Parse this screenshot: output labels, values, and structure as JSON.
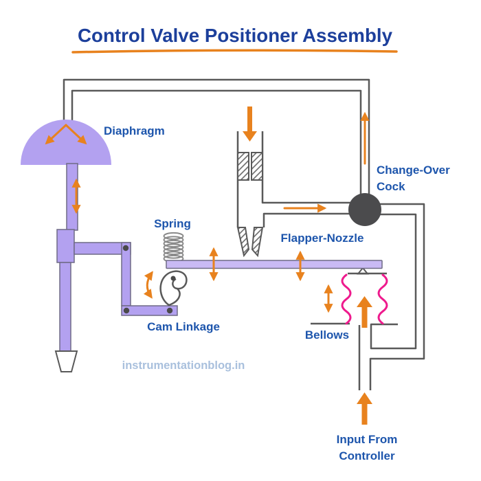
{
  "title": "Control Valve Positioner Assembly",
  "watermark": "instrumentationblog.in",
  "labels": {
    "diaphragm": "Diaphragm",
    "spring": "Spring",
    "cam_linkage": "Cam Linkage",
    "flapper_nozzle": "Flapper-Nozzle",
    "change_over_line1": "Change-Over",
    "change_over_line2": "Cock",
    "bellows": "Bellows",
    "input_line1": "Input From",
    "input_line2": "Controller"
  },
  "colors": {
    "title_blue": "#1c3f9b",
    "label_blue": "#1d55ac",
    "orange": "#e8821e",
    "purple": "#b3a1f0",
    "purple_light": "#c9baf4",
    "purple_stroke": "#6f6a85",
    "pipe_gray": "#595959",
    "cock_gray": "#4b4b4d",
    "pink": "#ee1a8d",
    "watermark_blue": "#a9c0dd",
    "hatch_gray": "#666666",
    "spring_gray": "#8a8a8a",
    "pivot_dot": "#4a4a4a",
    "background": "#ffffff"
  }
}
